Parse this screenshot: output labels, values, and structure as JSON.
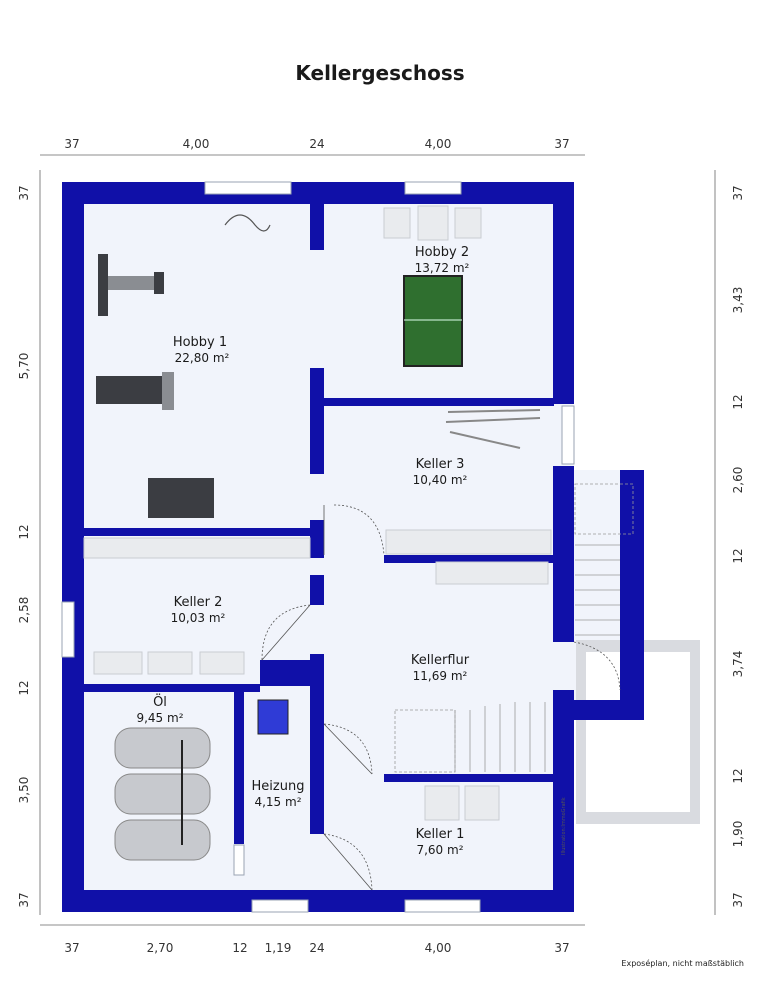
{
  "title": "Kellergeschoss",
  "note": "Exposéplan, nicht maßstäblich",
  "credit": "Illustration:ImmoGrafik",
  "dimensions": {
    "top": [
      "37",
      "4,00",
      "24",
      "4,00",
      "37"
    ],
    "bottom": [
      "37",
      "2,70",
      "12",
      "1,19",
      "24",
      "4,00",
      "37"
    ],
    "left": [
      "37",
      "5,70",
      "12",
      "2,58",
      "12",
      "3,50",
      "37"
    ],
    "right": [
      "37",
      "3,43",
      "12",
      "2,60",
      "12",
      "3,74",
      "12",
      "1,90",
      "37"
    ]
  },
  "rooms": [
    {
      "name": "Hobby 1",
      "area": "22,80 m²"
    },
    {
      "name": "Hobby 2",
      "area": "13,72 m²"
    },
    {
      "name": "Keller 3",
      "area": "10,40 m²"
    },
    {
      "name": "Keller 2",
      "area": "10,03 m²"
    },
    {
      "name": "Kellerflur",
      "area": "11,69 m²"
    },
    {
      "name": "Öl",
      "area": "9,45 m²"
    },
    {
      "name": "Heizung",
      "area": "4,15 m²"
    },
    {
      "name": "Keller 1",
      "area": "7,60 m²"
    }
  ],
  "colors": {
    "wall": "#1010a8",
    "floor": "#f1f4fb"
  }
}
